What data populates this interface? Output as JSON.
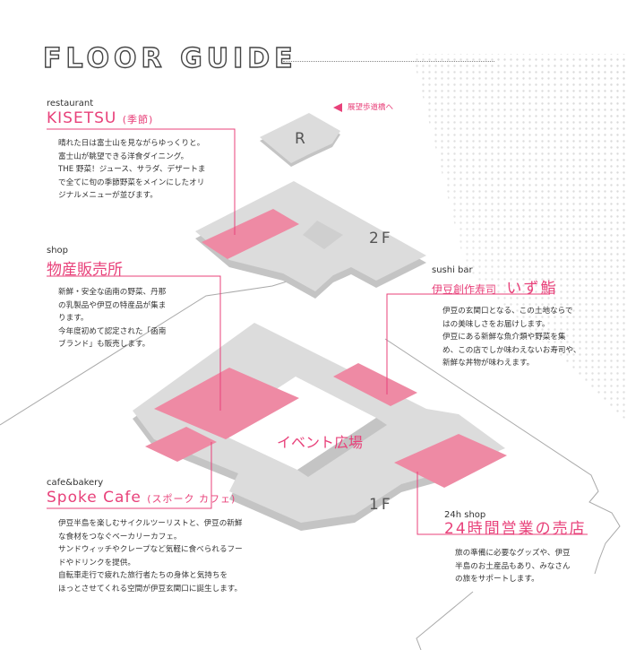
{
  "title": "FLOOR GUIDE",
  "floors": {
    "roof": "R",
    "second": "2F",
    "first": "1F"
  },
  "plaza": "イベント広場",
  "skywalk": "展望歩道橋へ",
  "colors": {
    "accent": "#e8417a",
    "shop_fill": "#ee8aa4",
    "floor_fill": "#dcdcdc",
    "floor_shadow": "#c4c4c4"
  },
  "sections": {
    "kisetsu": {
      "category": "restaurant",
      "name": "KISETSU",
      "name_sub": "(季節)",
      "lines": [
        "晴れた日は富士山を見ながらゆっくりと。",
        "富士山が眺望できる洋食ダイニング。",
        "THE 野菜！ジュース、サラダ、デザートま",
        "で全てに旬の季節野菜をメインにしたオリ",
        "ジナルメニューが並びます。"
      ]
    },
    "bussan": {
      "category": "shop",
      "name": "物産販売所",
      "lines": [
        "新鮮・安全な函南の野菜、丹那",
        "の乳製品や伊豆の特産品が集ま",
        "ります。",
        "今年度初めて認定された「函南",
        "ブランド」も販売します。"
      ]
    },
    "izusushi": {
      "category": "sushi bar",
      "name": "伊豆創作寿司",
      "name_big": "いず鮨",
      "lines": [
        "伊豆の玄関口となる、この土地ならで",
        "はの美味しさをお届けします。",
        "伊豆にある新鮮な魚介類や野菜を集",
        "め、この店でしか味わえないお寿司や、",
        "新鮮な丼物が味わえます。"
      ]
    },
    "spoke": {
      "category": "cafe&bakery",
      "name": "Spoke Cafe",
      "name_sub": "(スポーク カフェ)",
      "lines": [
        "伊豆半島を楽しむサイクルツーリストと、伊豆の新鮮",
        "な食材をつなぐベーカリーカフェ。",
        "サンドウィッチやクレープなど気軽に食べられるフー",
        "ドやドリンクを提供。",
        "自転車走行で疲れた旅行者たちの身体と気持ちを",
        "ほっとさせてくれる空間が伊豆玄関口に誕生します。"
      ]
    },
    "shop24": {
      "category": "24h shop",
      "name": "24時間営業の売店",
      "lines": [
        "旅の準備に必要なグッズや、伊豆",
        "半島のお土産品もあり、みなさん",
        "の旅をサポートします。"
      ]
    }
  }
}
